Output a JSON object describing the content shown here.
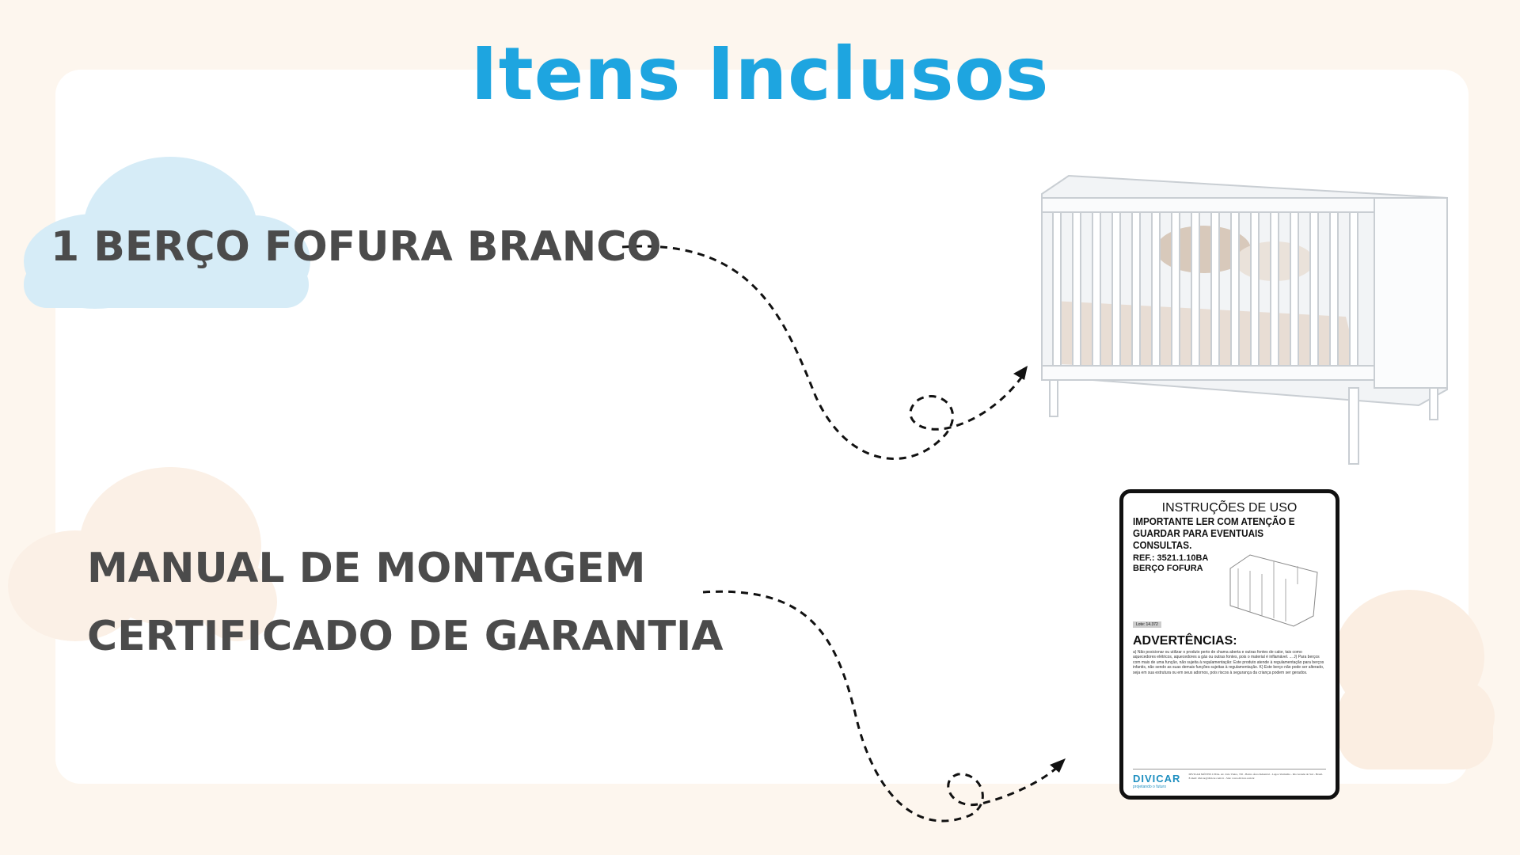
{
  "title": "Itens Inclusos",
  "items": [
    {
      "label": "1 BERÇO FOFURA BRANCO"
    },
    {
      "label_lines": [
        "MANUAL DE MONTAGEM",
        "CERTIFICADO DE GARANTIA"
      ]
    }
  ],
  "manual": {
    "heading": "INSTRUÇÕES DE USO",
    "important": "IMPORTANTE LER COM ATENÇÃO E GUARDAR PARA EVENTUAIS CONSULTAS.",
    "ref": "REF.: 3521.1.10BA",
    "product": "BERÇO FOFURA",
    "lote": "Lote: 14.372",
    "warnings_title": "ADVERTÊNCIAS:",
    "warnings": "a) Não posicionar ou utilizar o produto perto de chama aberta e outras fontes de calor, tais como aquecedores elétricos, aquecedores a gás ou outras fontes, pois o material é inflamável. ... J) Para berços com mais de uma função, não sujeita à regulamentação: Este produto atende à regulamentação para berços infantis, não sendo as suas demais funções sujeitas à regulamentação. K) Este berço não pode ser alterado, seja em sua estrutura ou em seus adornos, pois riscos à segurança da criança podem ser gerados.",
    "brand": "DIVICAR",
    "tagline": "projetando o futuro",
    "address": "DIVICAR MÓVEIS LTDA. Av. João Vieira, 720 - Bairro Área Industrial - Lagoa Vermelha - Rio Grande do Sul - Brasil. E-mail: divicar@divicar.com.br - Site: www.divicar.com.br"
  },
  "colors": {
    "accent": "#1ea5e0",
    "text": "#4b4b4b",
    "cloud_blue": "#d6ecf7",
    "cloud_peach": "#fbeee2"
  }
}
